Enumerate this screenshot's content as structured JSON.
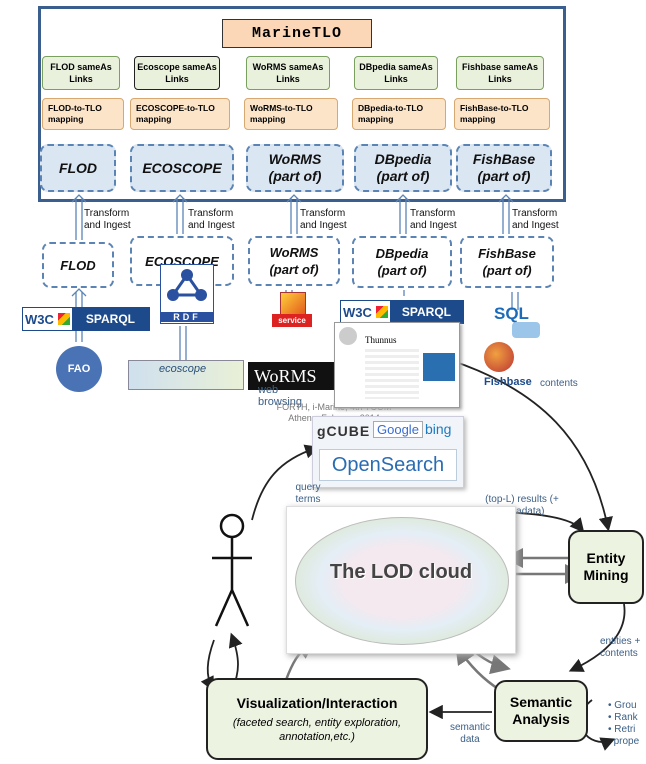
{
  "marine_tlo": "MarineTLO",
  "sameas_links": [
    "FLOD sameAs Links",
    "Ecoscope sameAs Links",
    "WoRMS sameAs Links",
    "DBpedia sameAs Links",
    "Fishbase sameAs Links"
  ],
  "mappings": [
    "FLOD-to-TLO mapping",
    "ECOSCOPE-to-TLO mapping",
    "WoRMS-to-TLO mapping",
    "DBpedia-to-TLO mapping",
    "FishBase-to-TLO mapping"
  ],
  "tlo_sources": [
    "FLOD",
    "ECOSCOPE",
    "WoRMS (part of)",
    "DBpedia (part of)",
    "FishBase (part of)"
  ],
  "ingest_label": [
    "Transform",
    "and Ingest"
  ],
  "external_sources": [
    "FLOD",
    "ECOSCOPE",
    "WoRMS (part of)",
    "DBpedia (part of)",
    "FishBase (part of)"
  ],
  "logos": {
    "w3c": "W3C",
    "sparql": "SPARQL",
    "rdf": "RDF",
    "ecoscope": "ecoscope",
    "web_service": "service",
    "worms": "WoRMS",
    "sql": "SQL",
    "fishbase": "Fishbase",
    "fao": "FAO",
    "gcube": "gCUBE",
    "google": "Google",
    "bing": "bing",
    "opensearch": "OpenSearch",
    "lod_cloud": "The LOD cloud",
    "wiki_article": "Thunnus"
  },
  "footer_text": "FORTH, i-Marine, 4th TCOM Athens, February 2014",
  "web_browsing": "web browsing",
  "labels": {
    "contents": "contents",
    "query_terms": "query terms",
    "results": "(top-L) results (+ metadata)",
    "entities_contents": "entities + contents",
    "semantic_data": "semantic data"
  },
  "entity_mining": "Entity Mining",
  "semantic_analysis": "Semantic Analysis",
  "visualization_title": "Visualization/Interaction",
  "visualization_sub": "(faceted search, entity exploration, annotation,etc.)",
  "bullets": [
    "Grou",
    "Rank",
    "Retri",
    "prope"
  ],
  "colors": {
    "frame": "#3a5f8f",
    "tlo_fill": "#fbd7b8",
    "green_fill": "#e9f1dc",
    "peach_fill": "#fce4c8",
    "source_fill": "#dbe6f3",
    "box_fill": "#edf3e1",
    "label": "#3b5f86"
  }
}
